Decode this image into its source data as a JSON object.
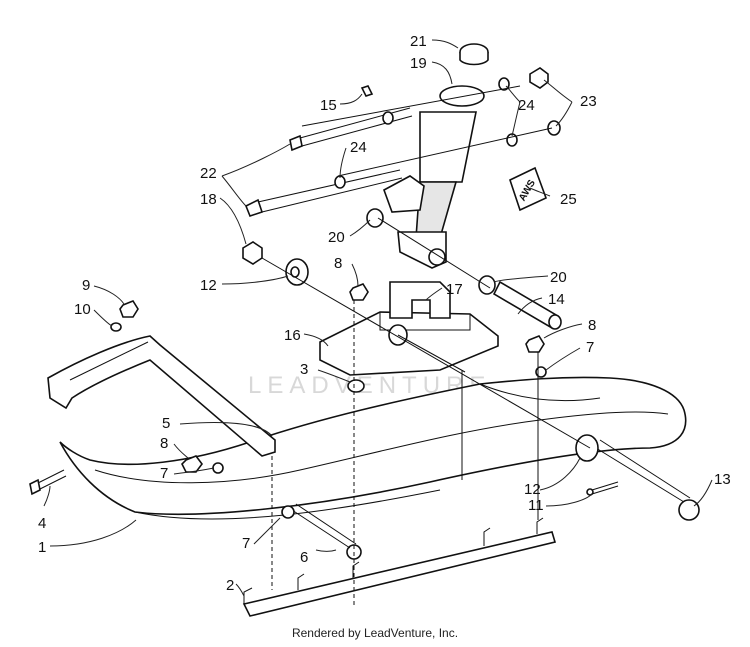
{
  "credit": "Rendered by LeadVenture, Inc.",
  "watermark": "LEADVENTURE",
  "decal": "AWS",
  "callouts": {
    "c1": "1",
    "c2": "2",
    "c3": "3",
    "c4": "4",
    "c5": "5",
    "c6": "6",
    "c7a": "7",
    "c7b": "7",
    "c7c": "7",
    "c8a": "8",
    "c8b": "8",
    "c8c": "8",
    "c9": "9",
    "c10": "10",
    "c11": "11",
    "c12a": "12",
    "c12b": "12",
    "c13": "13",
    "c14": "14",
    "c15": "15",
    "c16": "16",
    "c17": "17",
    "c18": "18",
    "c19": "19",
    "c20a": "20",
    "c20b": "20",
    "c21": "21",
    "c22": "22",
    "c23": "23",
    "c24a": "24",
    "c24b": "24",
    "c25": "25"
  }
}
